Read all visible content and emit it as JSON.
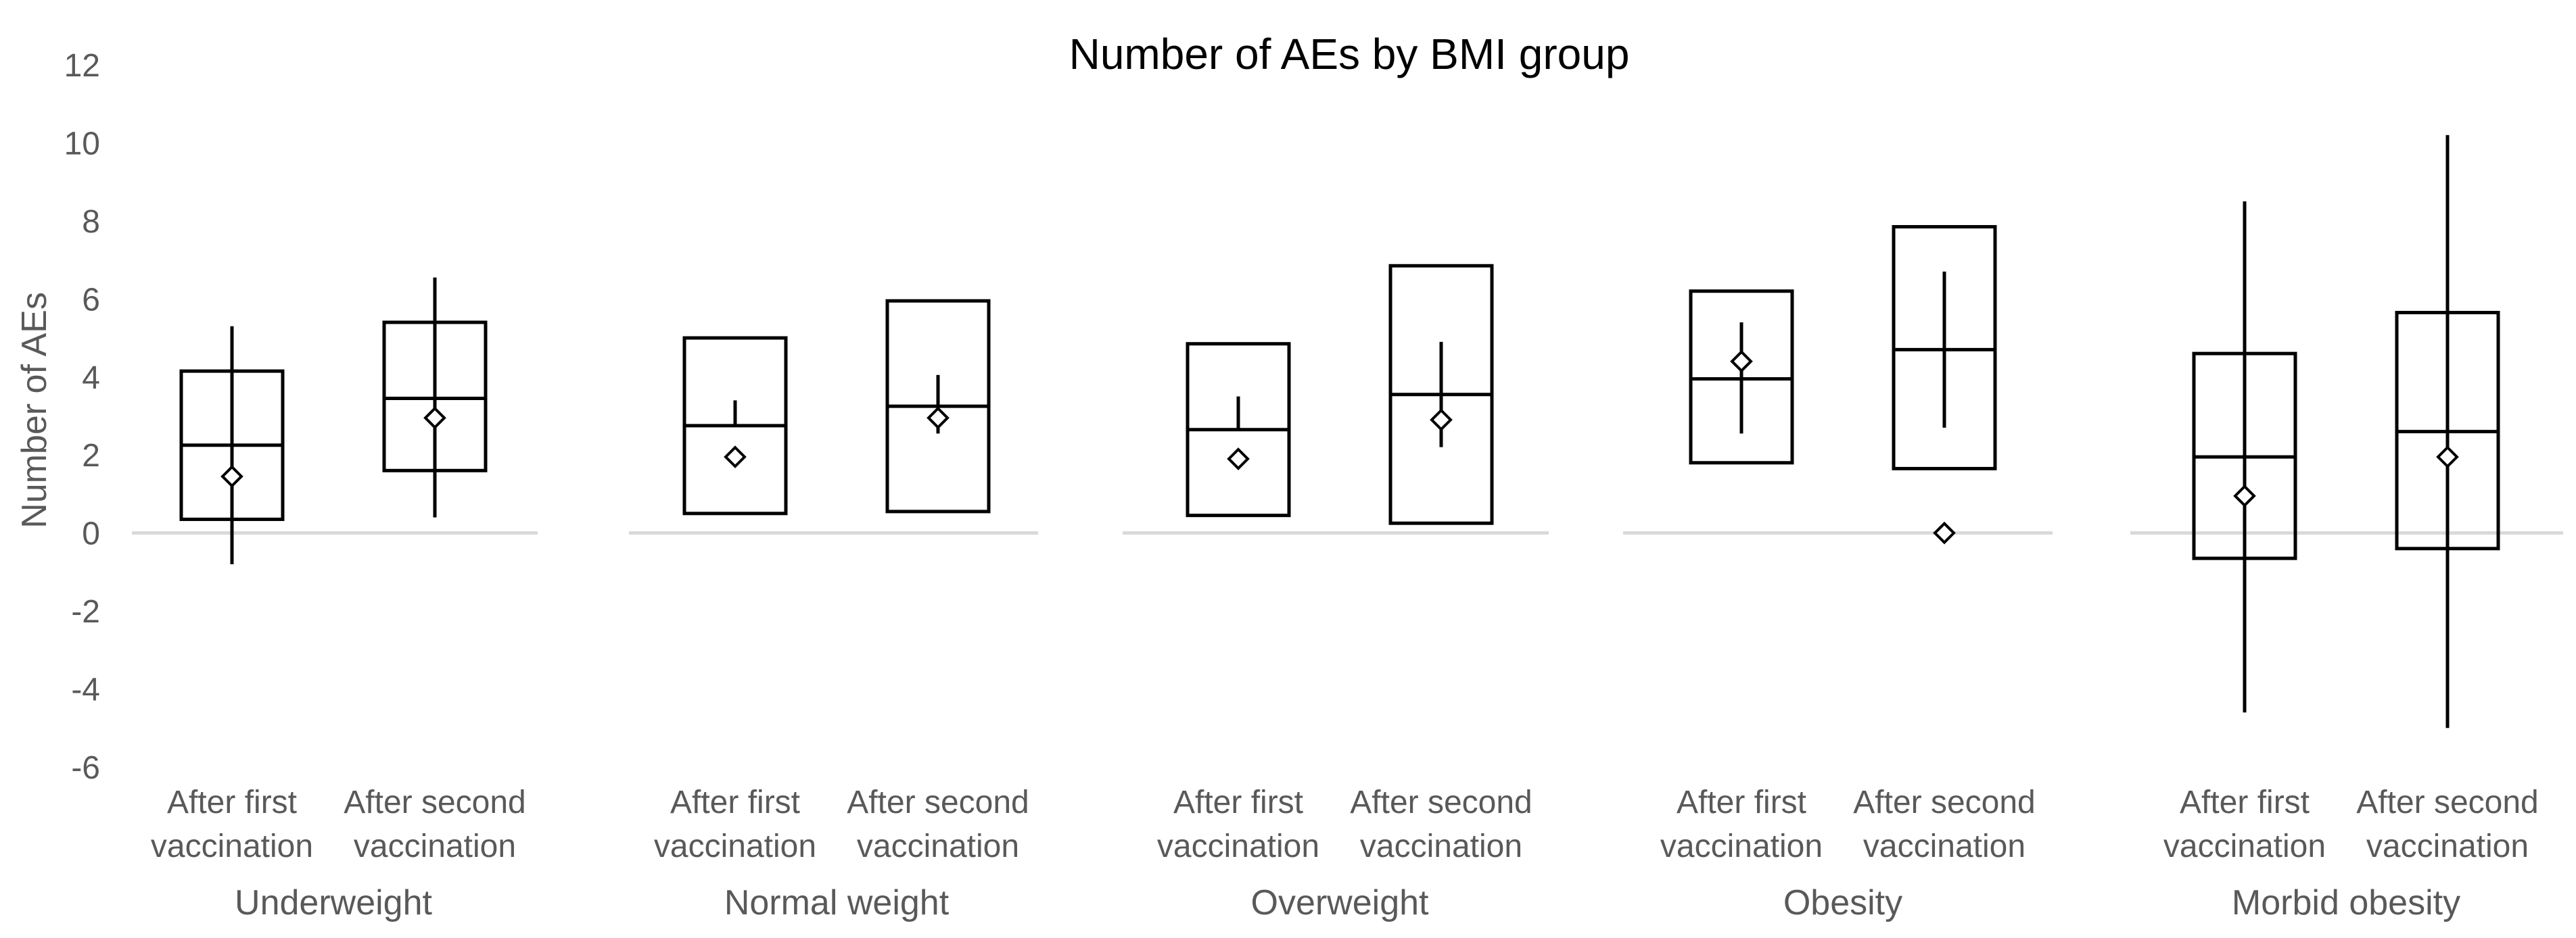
{
  "chart_data": {
    "type": "boxplot",
    "title": "Number of AEs by BMI group",
    "ylabel": "Number of AEs",
    "xlabel": "",
    "ylim": [
      -6,
      12
    ],
    "yticks": [
      "12",
      "10",
      "8",
      "6",
      "4",
      "2",
      "0",
      "-2",
      "-4",
      "-6"
    ],
    "grid": false,
    "legend": "none",
    "colors": {
      "box": "#000000",
      "zero_line": "#d9d9d9",
      "text": "#595959",
      "title": "#000000"
    },
    "groups": [
      {
        "name": "Underweight",
        "items": [
          {
            "label_line1": "After first",
            "label_line2": "vaccination",
            "q1": 0.35,
            "median": 2.25,
            "q3": 4.15,
            "whisker_low": -0.8,
            "whisker_high": 5.3,
            "mean": 1.45
          },
          {
            "label_line1": "After second",
            "label_line2": "vaccination",
            "q1": 1.6,
            "median": 3.45,
            "q3": 5.4,
            "whisker_low": 0.4,
            "whisker_high": 6.55,
            "mean": 2.95
          }
        ]
      },
      {
        "name": "Normal weight",
        "items": [
          {
            "label_line1": "After first",
            "label_line2": "vaccination",
            "q1": 0.5,
            "median": 2.75,
            "q3": 5.0,
            "whisker_low": 2.75,
            "whisker_high": 3.4,
            "mean": 1.95
          },
          {
            "label_line1": "After second",
            "label_line2": "vaccination",
            "q1": 0.55,
            "median": 3.25,
            "q3": 5.95,
            "whisker_low": 2.55,
            "whisker_high": 4.05,
            "mean": 2.95
          }
        ]
      },
      {
        "name": "Overweight",
        "items": [
          {
            "label_line1": "After first",
            "label_line2": "vaccination",
            "q1": 0.45,
            "median": 2.65,
            "q3": 4.85,
            "whisker_low": 2.65,
            "whisker_high": 3.5,
            "mean": 1.9
          },
          {
            "label_line1": "After second",
            "label_line2": "vaccination",
            "q1": 0.25,
            "median": 3.55,
            "q3": 6.85,
            "whisker_low": 2.2,
            "whisker_high": 4.9,
            "mean": 2.9
          }
        ]
      },
      {
        "name": "Obesity",
        "items": [
          {
            "label_line1": "After first",
            "label_line2": "vaccination",
            "q1": 1.8,
            "median": 3.95,
            "q3": 6.2,
            "whisker_low": 2.55,
            "whisker_high": 5.4,
            "mean": 4.4
          },
          {
            "label_line1": "After second",
            "label_line2": "vaccination",
            "q1": 1.65,
            "median": 4.7,
            "q3": 7.85,
            "whisker_low": 2.7,
            "whisker_high": 6.7,
            "mean": 0.0
          }
        ]
      },
      {
        "name": "Morbid obesity",
        "items": [
          {
            "label_line1": "After first",
            "label_line2": "vaccination",
            "q1": -0.65,
            "median": 1.95,
            "q3": 4.6,
            "whisker_low": -4.6,
            "whisker_high": 8.5,
            "mean": 0.95
          },
          {
            "label_line1": "After second",
            "label_line2": "vaccination",
            "q1": -0.4,
            "median": 2.6,
            "q3": 5.65,
            "whisker_low": -5.0,
            "whisker_high": 10.2,
            "mean": 1.95
          }
        ]
      }
    ]
  }
}
